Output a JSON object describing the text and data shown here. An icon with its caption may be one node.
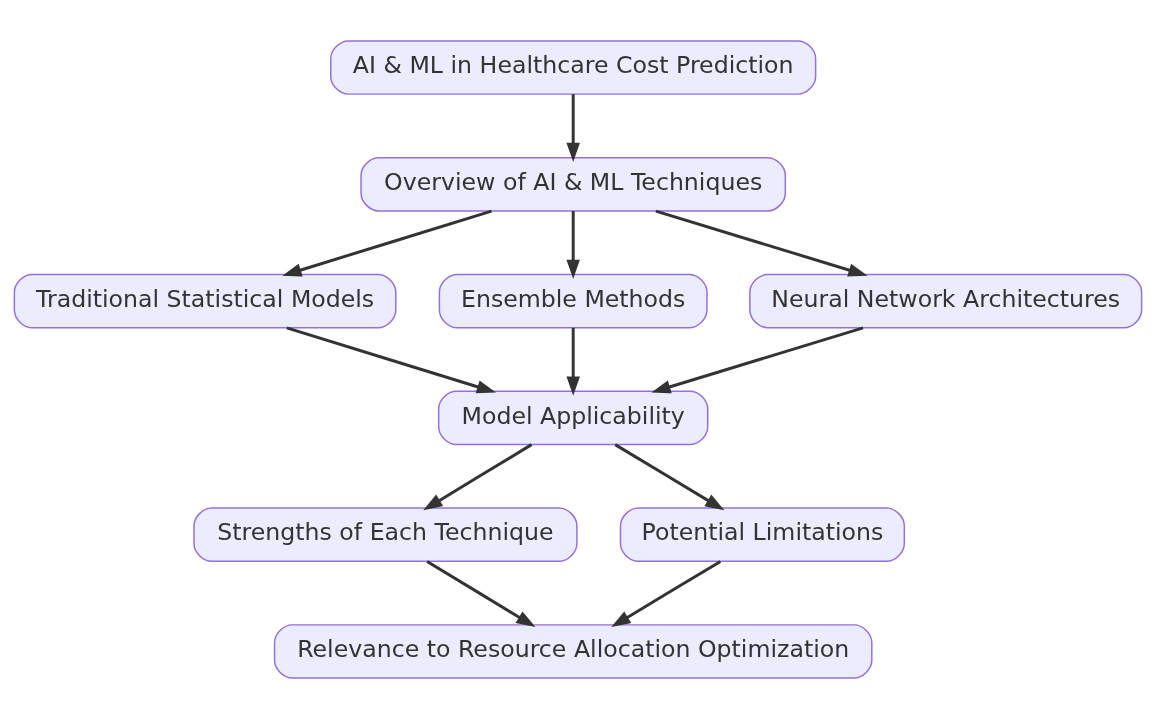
{
  "diagram": {
    "nodes": [
      {
        "text": [
          "AI & ML in Healthcare Cost Prediction"
        ]
      },
      {
        "text": [
          "Overview of AI & ML Techniques"
        ]
      },
      {
        "text": [
          "Traditional Statistical Models"
        ]
      },
      {
        "text": [
          "Ensemble Methods"
        ]
      },
      {
        "text": [
          "Neural Network Architectures"
        ]
      },
      {
        "text": [
          "Model Applicability"
        ]
      },
      {
        "text": [
          "Strengths of Each Technique"
        ]
      },
      {
        "text": [
          "Potential Limitations"
        ]
      },
      {
        "text": [
          "Relevance to Resource Allocation Optimization"
        ]
      }
    ],
    "edges": [
      {
        "from": 0,
        "to": 1,
        "arrow": "to"
      },
      {
        "from": 1,
        "to": 2,
        "arrow": "to"
      },
      {
        "from": 1,
        "to": 3,
        "arrow": "to"
      },
      {
        "from": 1,
        "to": 4,
        "arrow": "to"
      },
      {
        "from": 2,
        "to": 5,
        "arrow": "to"
      },
      {
        "from": 3,
        "to": 5,
        "arrow": "to"
      },
      {
        "from": 4,
        "to": 5,
        "arrow": "to"
      },
      {
        "from": 5,
        "to": 6,
        "arrow": "to"
      },
      {
        "from": 5,
        "to": 7,
        "arrow": "to"
      },
      {
        "from": 6,
        "to": 8,
        "arrow": "to"
      },
      {
        "from": 7,
        "to": 8,
        "arrow": "to"
      }
    ]
  }
}
